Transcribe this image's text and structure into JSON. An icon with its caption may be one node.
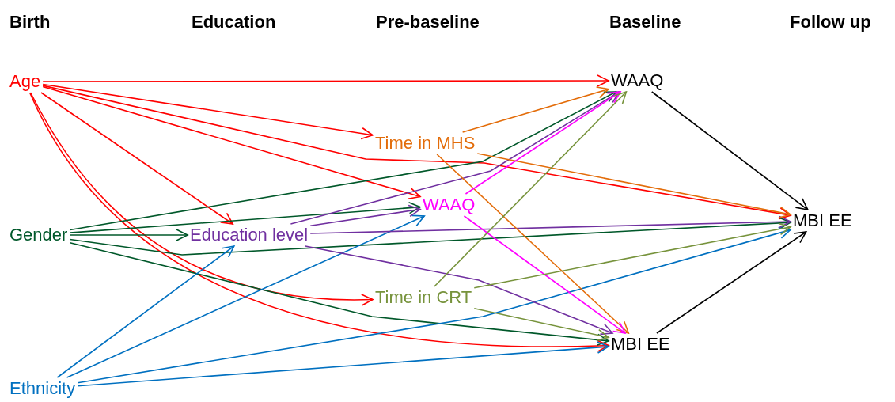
{
  "diagram": {
    "nodes": [
      {
        "text": [
          "Age"
        ]
      },
      {
        "text": [
          "Gender"
        ]
      },
      {
        "text": [
          "Ethnicity"
        ]
      },
      {
        "text": [
          "Education level"
        ]
      },
      {
        "text": [
          "Time in MHS"
        ]
      },
      {
        "text": [
          "WAAQ"
        ]
      },
      {
        "text": [
          "Time in CRT"
        ]
      },
      {
        "text": [
          "WAAQ"
        ]
      },
      {
        "text": [
          "MBI EE"
        ]
      },
      {
        "text": [
          "MBI EE"
        ]
      }
    ],
    "edges": [
      {
        "from": 0,
        "to": 7,
        "arrow": "to"
      },
      {
        "from": 0,
        "to": 4,
        "arrow": "to"
      },
      {
        "from": 0,
        "to": 9,
        "arrow": "to"
      },
      {
        "from": 0,
        "to": 5,
        "arrow": "to"
      },
      {
        "from": 0,
        "to": 3,
        "arrow": "to"
      },
      {
        "from": 0,
        "to": 6,
        "arrow": "to"
      },
      {
        "from": 0,
        "to": 8,
        "arrow": "to"
      },
      {
        "from": 1,
        "to": 7,
        "arrow": "to",
        "color": "#00582a"
      },
      {
        "from": 1,
        "to": 5,
        "arrow": "to",
        "color": "#00582a"
      },
      {
        "from": 1,
        "to": 3,
        "arrow": "to",
        "color": "#00582a"
      },
      {
        "from": 1,
        "to": 9,
        "arrow": "to",
        "color": "#00582a"
      },
      {
        "from": 1,
        "to": 8,
        "arrow": "to",
        "color": "#00582a"
      },
      {
        "from": 2,
        "to": 3,
        "arrow": "to",
        "color": "#0070c0"
      },
      {
        "from": 2,
        "to": 5,
        "arrow": "to",
        "color": "#0070c0"
      },
      {
        "from": 2,
        "to": 9,
        "arrow": "to",
        "color": "#0070c0"
      },
      {
        "from": 2,
        "to": 8,
        "arrow": "to",
        "color": "#0070c0"
      },
      {
        "from": 3,
        "to": 7,
        "arrow": "to",
        "color": "#7030a0"
      },
      {
        "from": 3,
        "to": 5,
        "arrow": "to",
        "color": "#7030a0"
      },
      {
        "from": 3,
        "to": 9,
        "arrow": "to",
        "color": "#7030a0"
      },
      {
        "from": 3,
        "to": 8,
        "arrow": "to",
        "color": "#7030a0"
      },
      {
        "from": 4,
        "to": 7,
        "arrow": "to",
        "color": "#e36c09"
      },
      {
        "from": 4,
        "to": 9,
        "arrow": "to",
        "color": "#e36c09"
      },
      {
        "from": 4,
        "to": 8,
        "arrow": "to",
        "color": "#e36c09"
      },
      {
        "from": 5,
        "to": 7,
        "arrow": "to",
        "color": "#ff00ff"
      },
      {
        "from": 5,
        "to": 8,
        "arrow": "to",
        "color": "#ff00ff"
      },
      {
        "from": 6,
        "to": 7,
        "arrow": "to",
        "color": "#77933c"
      },
      {
        "from": 6,
        "to": 9,
        "arrow": "to",
        "color": "#77933c"
      },
      {
        "from": 6,
        "to": 8,
        "arrow": "to",
        "color": "#77933c"
      },
      {
        "from": 7,
        "to": 9,
        "arrow": "to",
        "color": "#000000"
      },
      {
        "from": 8,
        "to": 9,
        "arrow": "to",
        "color": "#000000"
      }
    ],
    "labels": [
      "Birth",
      "Education",
      "Pre-baseline",
      "Baseline",
      "Follow up"
    ]
  }
}
